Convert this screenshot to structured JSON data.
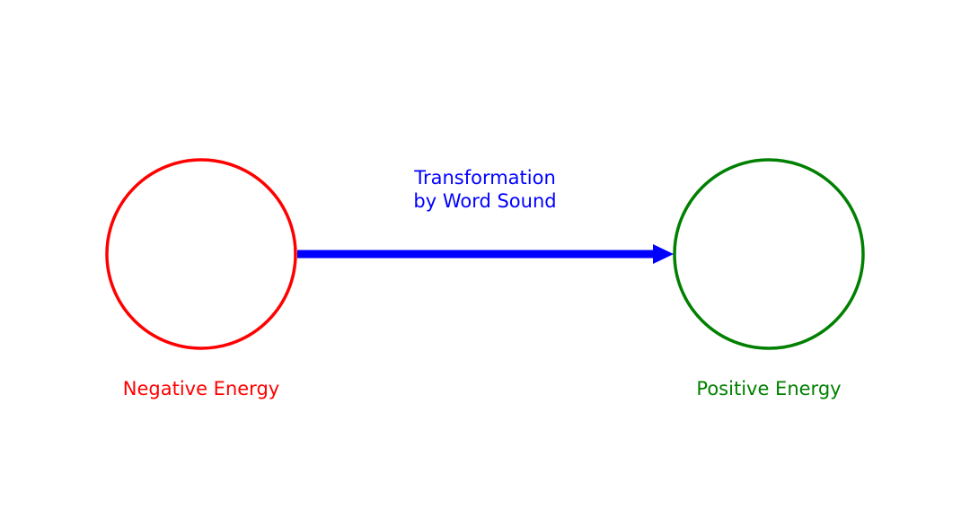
{
  "diagram": {
    "nodes": [
      {
        "id": "negative",
        "label": "Negative Energy",
        "color": "#ff0000"
      },
      {
        "id": "positive",
        "label": "Positive Energy",
        "color": "#008000"
      }
    ],
    "edge": {
      "from": "negative",
      "to": "positive",
      "label_lines": [
        "Transformation",
        "by Word Sound"
      ],
      "color": "#0000ff"
    }
  }
}
